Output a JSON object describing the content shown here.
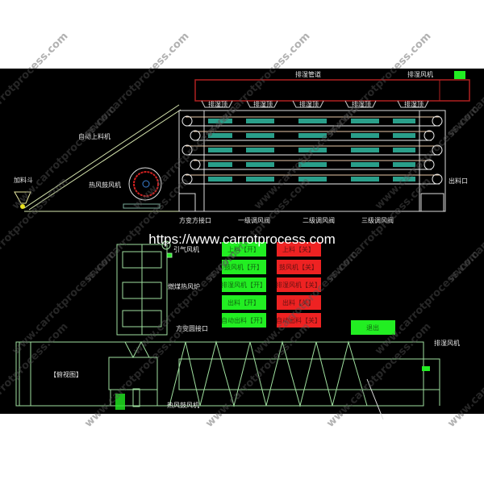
{
  "watermark_url": "https://www.carrotprocess.com",
  "watermark_text": "www.carrotprocess.com",
  "top": {
    "exhaust_duct": "排湿管道",
    "exhaust_fan": "排湿风机",
    "exhaust_hoods": [
      "排湿顶",
      "排湿顶",
      "排湿顶",
      "排湿顶",
      "排湿顶"
    ],
    "auto_feeder": "自动上料机",
    "hopper": "加料斗",
    "hot_air_blower": "热风鼓风机",
    "square_adapter": "方变方接口",
    "damper_1": "一级调风阀",
    "damper_2": "二级调风阀",
    "damper_3": "三级调风阀",
    "outlet": "出料口"
  },
  "bottom": {
    "induced_fan": "引气风机",
    "coal_furnace": "燃煤热风炉",
    "round_adapter": "方变圆接口",
    "top_view": "【俯视图】",
    "hot_air_blower": "热风鼓风机",
    "exhaust_fan": "排湿风机"
  },
  "controls": {
    "on_buttons": [
      "上料【开】",
      "鼓风机【开】",
      "排湿风机【开】",
      "出料【开】",
      "自动出料【开】"
    ],
    "off_buttons": [
      "上料【关】",
      "鼓风机【关】",
      "排湿风机【关】",
      "出料【关】",
      "自动出料【关】"
    ],
    "exit": "退出",
    "on_color": "#22ee22",
    "off_color": "#ee2222"
  }
}
